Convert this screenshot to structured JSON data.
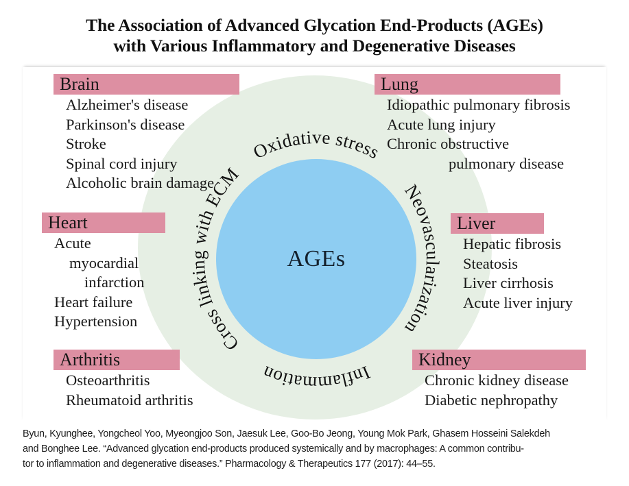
{
  "title": {
    "line1": "The Association of Advanced Glycation End-Products (AGEs)",
    "line2": "with Various Inflammatory and Degenerative Diseases"
  },
  "center": {
    "label": "AGEs"
  },
  "mechanisms": [
    {
      "id": "oxidative-stress",
      "label": "Oxidative stress"
    },
    {
      "id": "neovascularization",
      "label": "Neovascularization"
    },
    {
      "id": "inflammation",
      "label": "Inflammation"
    },
    {
      "id": "cross-linking-with-ecm",
      "label": "Cross linking with ECM"
    }
  ],
  "organs": [
    {
      "id": "brain",
      "heading": "Brain",
      "items": [
        "Alzheimer's disease",
        "Parkinson's disease",
        "Stroke",
        "Spinal cord injury",
        "Alcoholic brain damage"
      ]
    },
    {
      "id": "lung",
      "heading": "Lung",
      "items": [
        "Idiopathic pulmonary fibrosis",
        "Acute lung injury",
        "Chronic obstructive",
        "pulmonary disease"
      ]
    },
    {
      "id": "heart",
      "heading": "Heart",
      "items": [
        "Acute",
        "myocardial",
        "infarction",
        "Heart failure",
        "Hypertension"
      ]
    },
    {
      "id": "liver",
      "heading": "Liver",
      "items": [
        "Hepatic fibrosis",
        "Steatosis",
        "Liver cirrhosis",
        "Acute liver injury"
      ]
    },
    {
      "id": "arthritis",
      "heading": "Arthritis",
      "items": [
        "Osteoarthritis",
        "Rheumatoid arthritis"
      ]
    },
    {
      "id": "kidney",
      "heading": "Kidney",
      "items": [
        "Chronic kidney disease",
        "Diabetic nephropathy"
      ]
    }
  ],
  "citation": {
    "line1": "Byun, Kyunghee, Yongcheol Yoo, Myeongjoo Son, Jaesuk Lee, Goo-Bo Jeong, Young Mok Park, Ghasem Hosseini Salekdeh",
    "line2": "and Bonghee Lee. “Advanced glycation end-products produced systemically and by macrophages: A common contribu-",
    "line3": "tor to inflammation and degenerative diseases.” Pharmacology & Therapeutics 177 (2017): 44–55."
  },
  "colors": {
    "organ_bar_pink": "#dd8fa2",
    "center_blue": "#8ecdf2",
    "ring_green": "#e6efe4",
    "text_dark": "#181818",
    "page_background": "#ffffff"
  }
}
